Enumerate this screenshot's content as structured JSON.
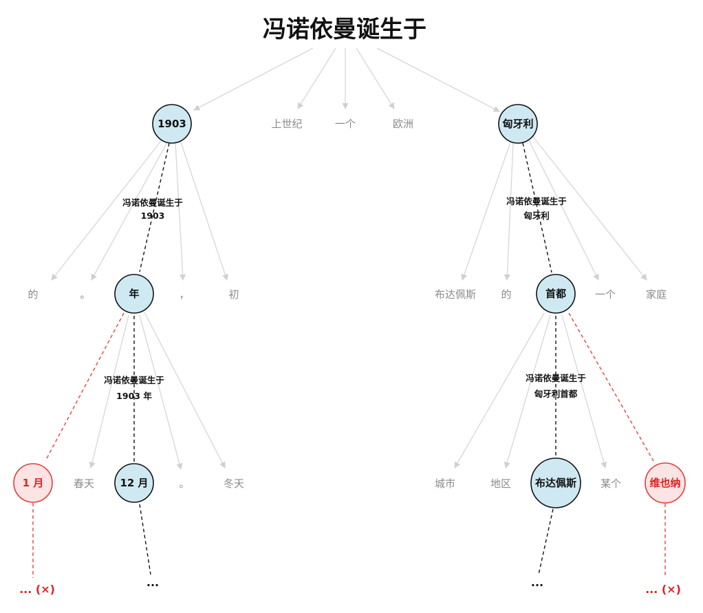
{
  "root": {
    "text": "冯诺依曼诞生于"
  },
  "colors": {
    "selected_fill": "#cfe9f2",
    "error_fill": "#fde4e4",
    "error": "#e02020",
    "alt_text": "#8a8a8a"
  },
  "nodes": {
    "n1903": {
      "text": "1903",
      "kind": "selected"
    },
    "shangshiji": {
      "text": "上世纪",
      "kind": "alt"
    },
    "yige_top": {
      "text": "一个",
      "kind": "alt"
    },
    "ouzhou": {
      "text": "欧洲",
      "kind": "alt"
    },
    "xiongyali": {
      "text": "匈牙利",
      "kind": "selected"
    },
    "de_l": {
      "text": "的",
      "kind": "alt"
    },
    "period_l": {
      "text": "。",
      "kind": "alt"
    },
    "nian": {
      "text": "年",
      "kind": "selected"
    },
    "comma_l": {
      "text": "，",
      "kind": "alt"
    },
    "chu": {
      "text": "初",
      "kind": "alt"
    },
    "budapest_mid": {
      "text": "布达佩斯",
      "kind": "alt"
    },
    "de_r": {
      "text": "的",
      "kind": "alt"
    },
    "shoudu": {
      "text": "首都",
      "kind": "selected"
    },
    "yige_mid": {
      "text": "一个",
      "kind": "alt"
    },
    "jiating": {
      "text": "家庭",
      "kind": "alt"
    },
    "yiyue": {
      "text": "1 月",
      "kind": "error"
    },
    "chuntian": {
      "text": "春天",
      "kind": "alt"
    },
    "shieryue": {
      "text": "12 月",
      "kind": "selected"
    },
    "period_b": {
      "text": "。",
      "kind": "alt"
    },
    "dongtian": {
      "text": "冬天",
      "kind": "alt"
    },
    "chengshi": {
      "text": "城市",
      "kind": "alt"
    },
    "diqu": {
      "text": "地区",
      "kind": "alt"
    },
    "budapest_sel": {
      "text": "布达佩斯",
      "kind": "selected"
    },
    "mouge": {
      "text": "某个",
      "kind": "alt"
    },
    "weiyena": {
      "text": "维也纳",
      "kind": "error"
    }
  },
  "prefix_labels": {
    "p1": {
      "line1": "冯诺依曼诞生于",
      "line2": "1903"
    },
    "p2": {
      "line1": "冯诺依曼诞生于",
      "line2": "1903 年"
    },
    "p3": {
      "line1": "冯诺依曼诞生于",
      "line2": "匈牙利"
    },
    "p4": {
      "line1": "冯诺依曼诞生于",
      "line2": "匈牙利首都"
    }
  },
  "continuations": {
    "c_yiyue": "... (×)",
    "c_shieryue": "...",
    "c_budapest": "...",
    "c_weiyena": "... (×)"
  }
}
